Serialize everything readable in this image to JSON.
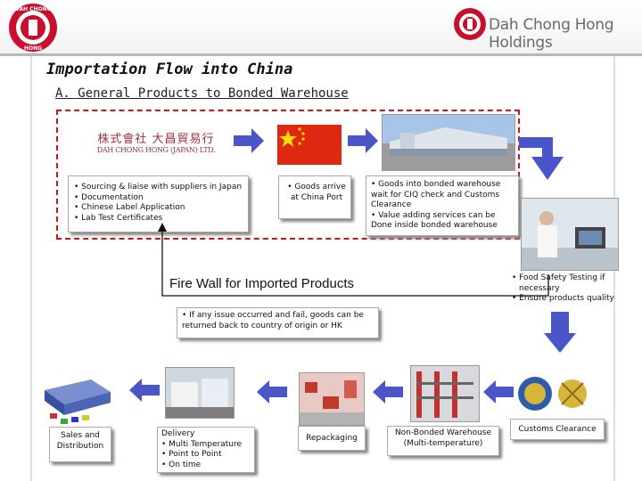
{
  "header": {
    "company_name": "Dah Chong Hong Holdings",
    "logo_text_top": "DAH CHONG",
    "logo_text_bottom": "HONG"
  },
  "slide": {
    "title": "Importation Flow into China",
    "subtitle": "A. General Products to Bonded Warehouse"
  },
  "japan_logo": {
    "line1": "株式會社 大昌貿易行",
    "line2": "DAH CHONG HONG (JAPAN) LTD."
  },
  "boxes": {
    "japan_items": [
      "Sourcing & liaise with suppliers in Japan",
      "Documentation",
      "Chinese Label Application",
      "Lab Test Certificates"
    ],
    "arrive_items": [
      "Goods arrive at China Port"
    ],
    "bonded_items": [
      "Goods into bonded warehouse wait for CIQ check and Customs Clearance",
      "Value adding services can be Done inside bonded warehouse"
    ],
    "food_safety_items": [
      "Food Safety Testing if necessary",
      "Ensure products quality"
    ],
    "firewall_issue_items": [
      "If any issue occurred and fail, goods can be returned back to country of origin or HK"
    ],
    "customs_clearance": "Customs Clearance",
    "non_bonded": "Non-Bonded Warehouse (Multi-temperature)",
    "repackaging": "Repackaging",
    "delivery_title": "Delivery",
    "delivery_items": [
      "Multi Temperature",
      "Point to Point",
      "On time"
    ],
    "sales": "Sales and Distribution"
  },
  "firewall": {
    "label": "Fire Wall for Imported Products"
  },
  "colors": {
    "arrow_blue": "#4a56c8",
    "dashed_red": "#dd1111",
    "flag_red": "#de2910",
    "flag_yellow": "#ffde00",
    "logo_red": "#c8102e"
  }
}
